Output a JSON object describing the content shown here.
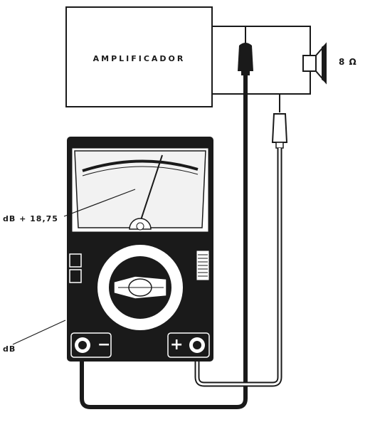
{
  "amplifier": {
    "label": "AMPLIFICADOR"
  },
  "speaker": {
    "impedance_label": "8 Ω"
  },
  "meter": {
    "reading_label": "dB + 18,75",
    "jack_label": "dB",
    "negative_jack_sign": "−",
    "positive_jack_sign": "+"
  },
  "colors": {
    "ink": "#1a1a1a",
    "paper": "#ffffff",
    "meter_face": "#f2f2f2"
  }
}
